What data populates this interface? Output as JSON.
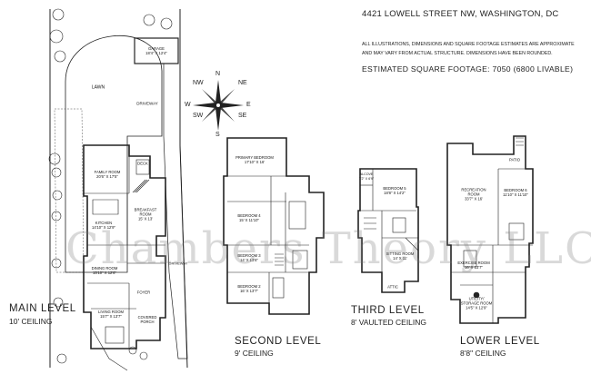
{
  "header": {
    "address": "4421 LOWELL STREET NW, WASHINGTON, DC",
    "disclaimer": "ALL ILLUSTRATIONS, DIMENSIONS AND SQUARE FOOTAGE ESTIMATES ARE APPROXIMATE AND MAY VARY FROM ACTUAL STRUCTURE. DIMENSIONS HAVE BEEN ROUNDED.",
    "square_footage": "ESTIMATED SQUARE FOOTAGE: 7050 (6800 LIVABLE)"
  },
  "compass": {
    "n": "N",
    "s": "S",
    "e": "E",
    "w": "W",
    "nw": "NW",
    "ne": "NE",
    "sw": "SW",
    "se": "SE"
  },
  "levels": {
    "main": {
      "name": "MAIN LEVEL",
      "ceiling": "10' CEILING"
    },
    "second": {
      "name": "SECOND LEVEL",
      "ceiling": "9' CEILING"
    },
    "third": {
      "name": "THIRD LEVEL",
      "ceiling": "8' VAULTED CEILING"
    },
    "lower": {
      "name": "LOWER LEVEL",
      "ceiling": "8'8\" CEILING"
    }
  },
  "site": {
    "lawn": "LAWN",
    "driveway": "DRIVEWAY",
    "driveway_lower": "DRIVEWAY",
    "garage": "GARAGE\n18'4\" X 12'4\""
  },
  "rooms_main": {
    "family": "FAMILY ROOM\n20'6\" X 17'5\"",
    "deck": "DECK",
    "kitchen": "KITCHEN\n14'10\" X 12'9\"",
    "breakfast": "BREAKFAST\nROOM\n15' X 13'",
    "dining": "DINING ROOM\n15'10\" X 12'6\"",
    "foyer": "FOYER",
    "living": "LIVING ROOM\n15'7\" X 13'7\"",
    "porch": "COVERED\nPORCH"
  },
  "rooms_second": {
    "primary": "PRIMARY BEDROOM\n17'10\" X 16'",
    "bed4": "BEDROOM 4\n15' X 11'10\"",
    "bed3": "BEDROOM 3\n14' X 13'6\"",
    "bed2": "BEDROOM 2\n16' X 13'7\""
  },
  "rooms_third": {
    "bed5": "BEDROOM 5\n18'8\" X 14'2\"",
    "alcove": "ALCOVE\n7'2\" X 6'9\"",
    "sitting": "SITTING ROOM\n14' X 11'",
    "attic": "ATTIC"
  },
  "rooms_lower": {
    "patio": "PATIO",
    "recreation": "RECREATION\nROOM\n33'7\" X 16'",
    "bed6": "BEDROOM 6\n11'10\" X 11'10\"",
    "exercise": "EXERCISE ROOM\n16' X 13'7\"",
    "utility": "UTILITY/\nSTORAGE ROOM\n14'5\" X 12'9\""
  },
  "watermark": "Chambers Theory LLC"
}
